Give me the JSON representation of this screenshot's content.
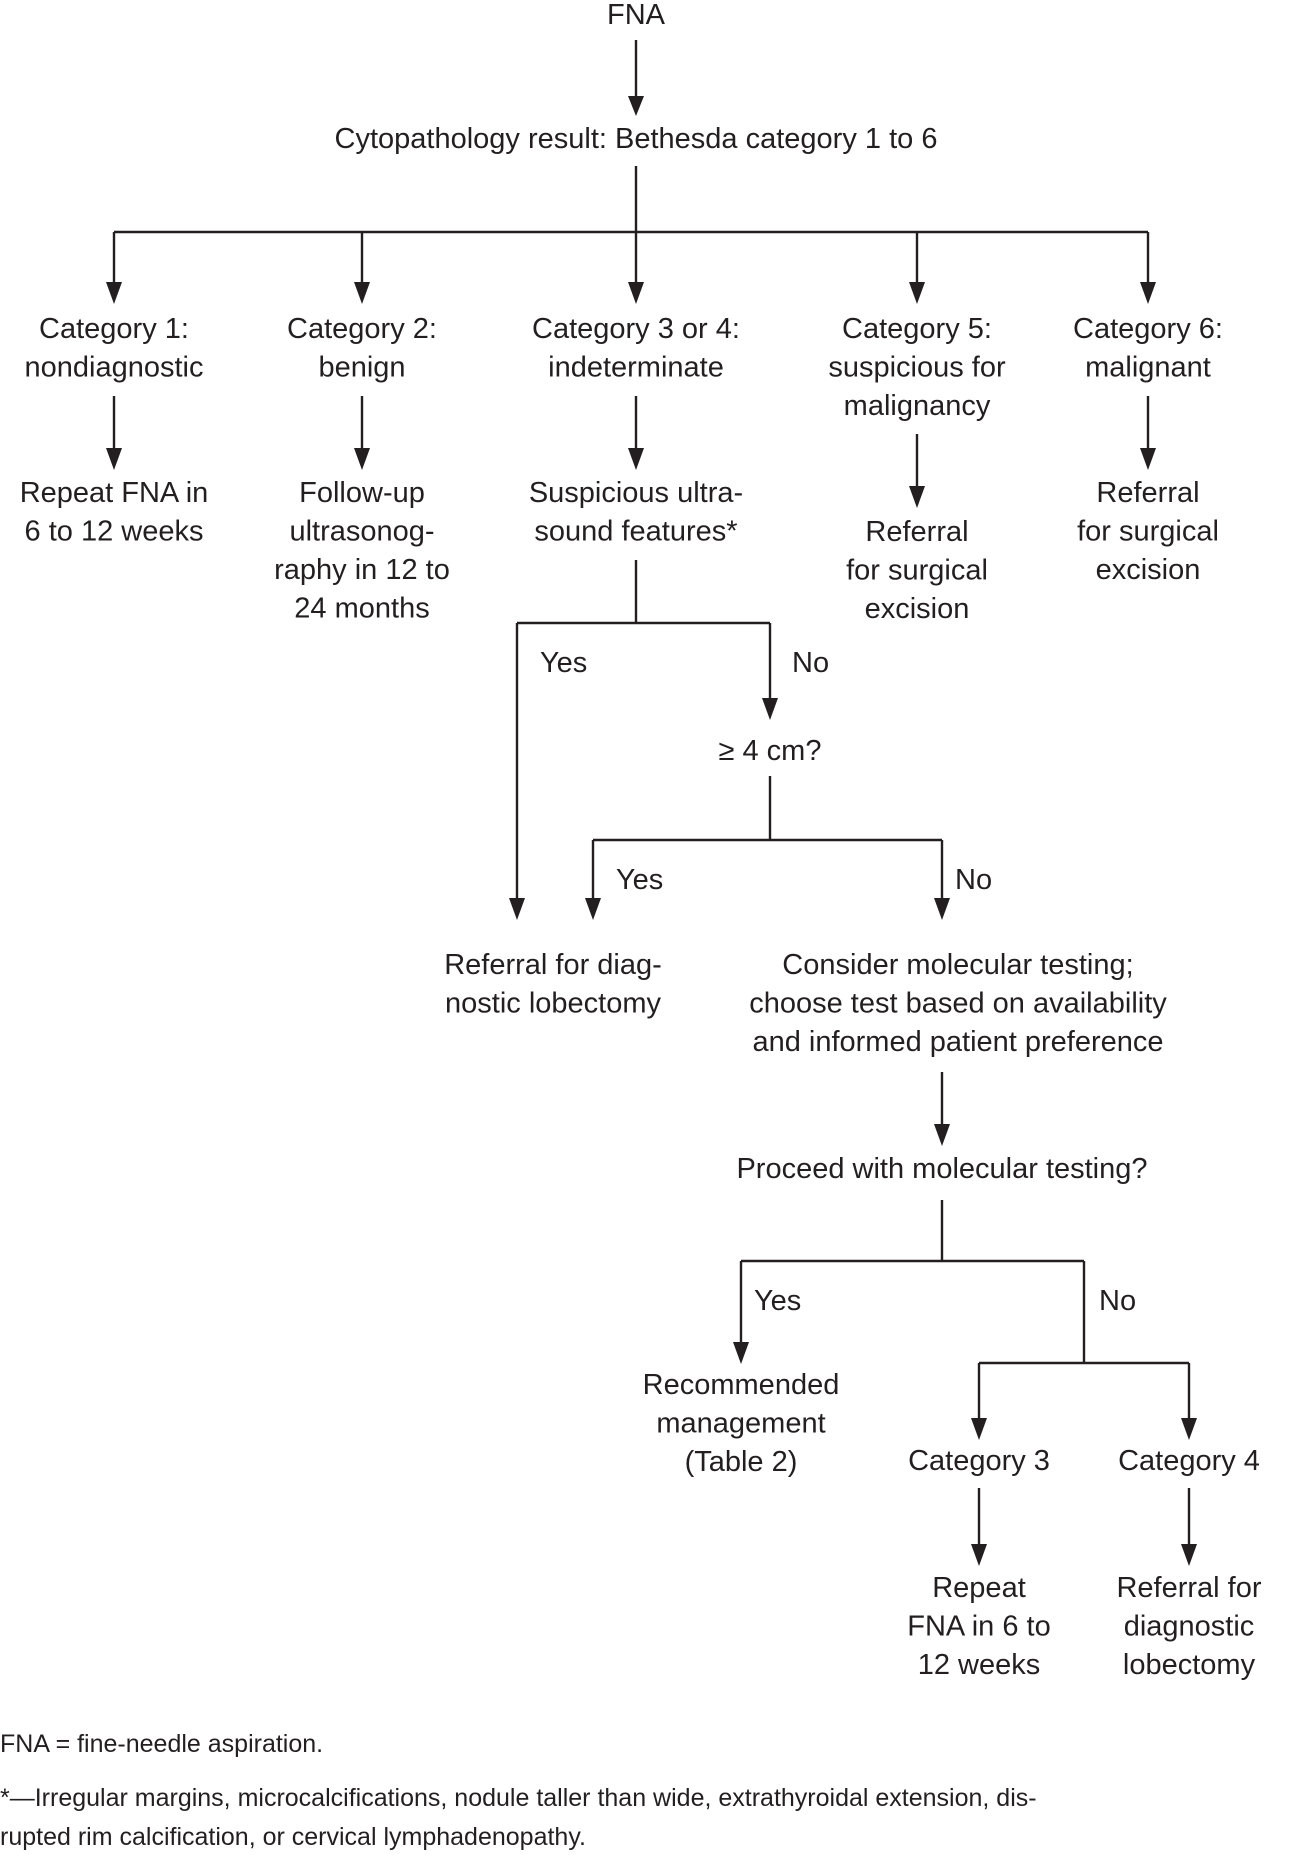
{
  "diagram": {
    "start": "FNA",
    "result": "Cytopathology result: Bethesda category 1 to 6",
    "categories": [
      {
        "label": [
          "Category 1:",
          "nondiagnostic"
        ],
        "action": [
          "Repeat FNA in",
          "6 to 12 weeks"
        ]
      },
      {
        "label": [
          "Category 2:",
          "benign"
        ],
        "action": [
          "Follow-up",
          "ultrasonog-",
          "raphy in 12 to",
          "24 months"
        ]
      },
      {
        "label": [
          "Category 3 or 4:",
          "indeterminate"
        ],
        "action": [
          "Suspicious ultra-",
          "sound features*"
        ]
      },
      {
        "label": [
          "Category 5:",
          "suspicious for",
          "malignancy"
        ],
        "action": [
          "Referral",
          "for surgical",
          "excision"
        ]
      },
      {
        "label": [
          "Category 6:",
          "malignant"
        ],
        "action": [
          "Referral",
          "for surgical",
          "excision"
        ]
      }
    ],
    "us_yes": "Yes",
    "us_no": "No",
    "size_question": "≥ 4 cm?",
    "size_yes": "Yes",
    "size_no": "No",
    "lobectomy": [
      "Referral for diag-",
      "nostic lobectomy"
    ],
    "molecular": [
      "Consider molecular testing;",
      "choose test based on availability",
      "and informed patient preference"
    ],
    "proceed_question": "Proceed with molecular testing?",
    "proceed_yes": "Yes",
    "proceed_no": "No",
    "recommended": [
      "Recommended",
      "management",
      "(Table 2)"
    ],
    "cat3": "Category 3",
    "cat4": "Category 4",
    "cat3_action": [
      "Repeat",
      "FNA in 6 to",
      "12 weeks"
    ],
    "cat4_action": [
      "Referral for",
      "diagnostic",
      "lobectomy"
    ]
  },
  "footnotes": {
    "abbrev": "FNA = fine-needle aspiration.",
    "star_line1": "*—Irregular margins, microcalcifications, nodule taller than wide, extrathyroidal extension, dis-",
    "star_line2": "rupted rim calcification, or cervical lymphadenopathy."
  }
}
